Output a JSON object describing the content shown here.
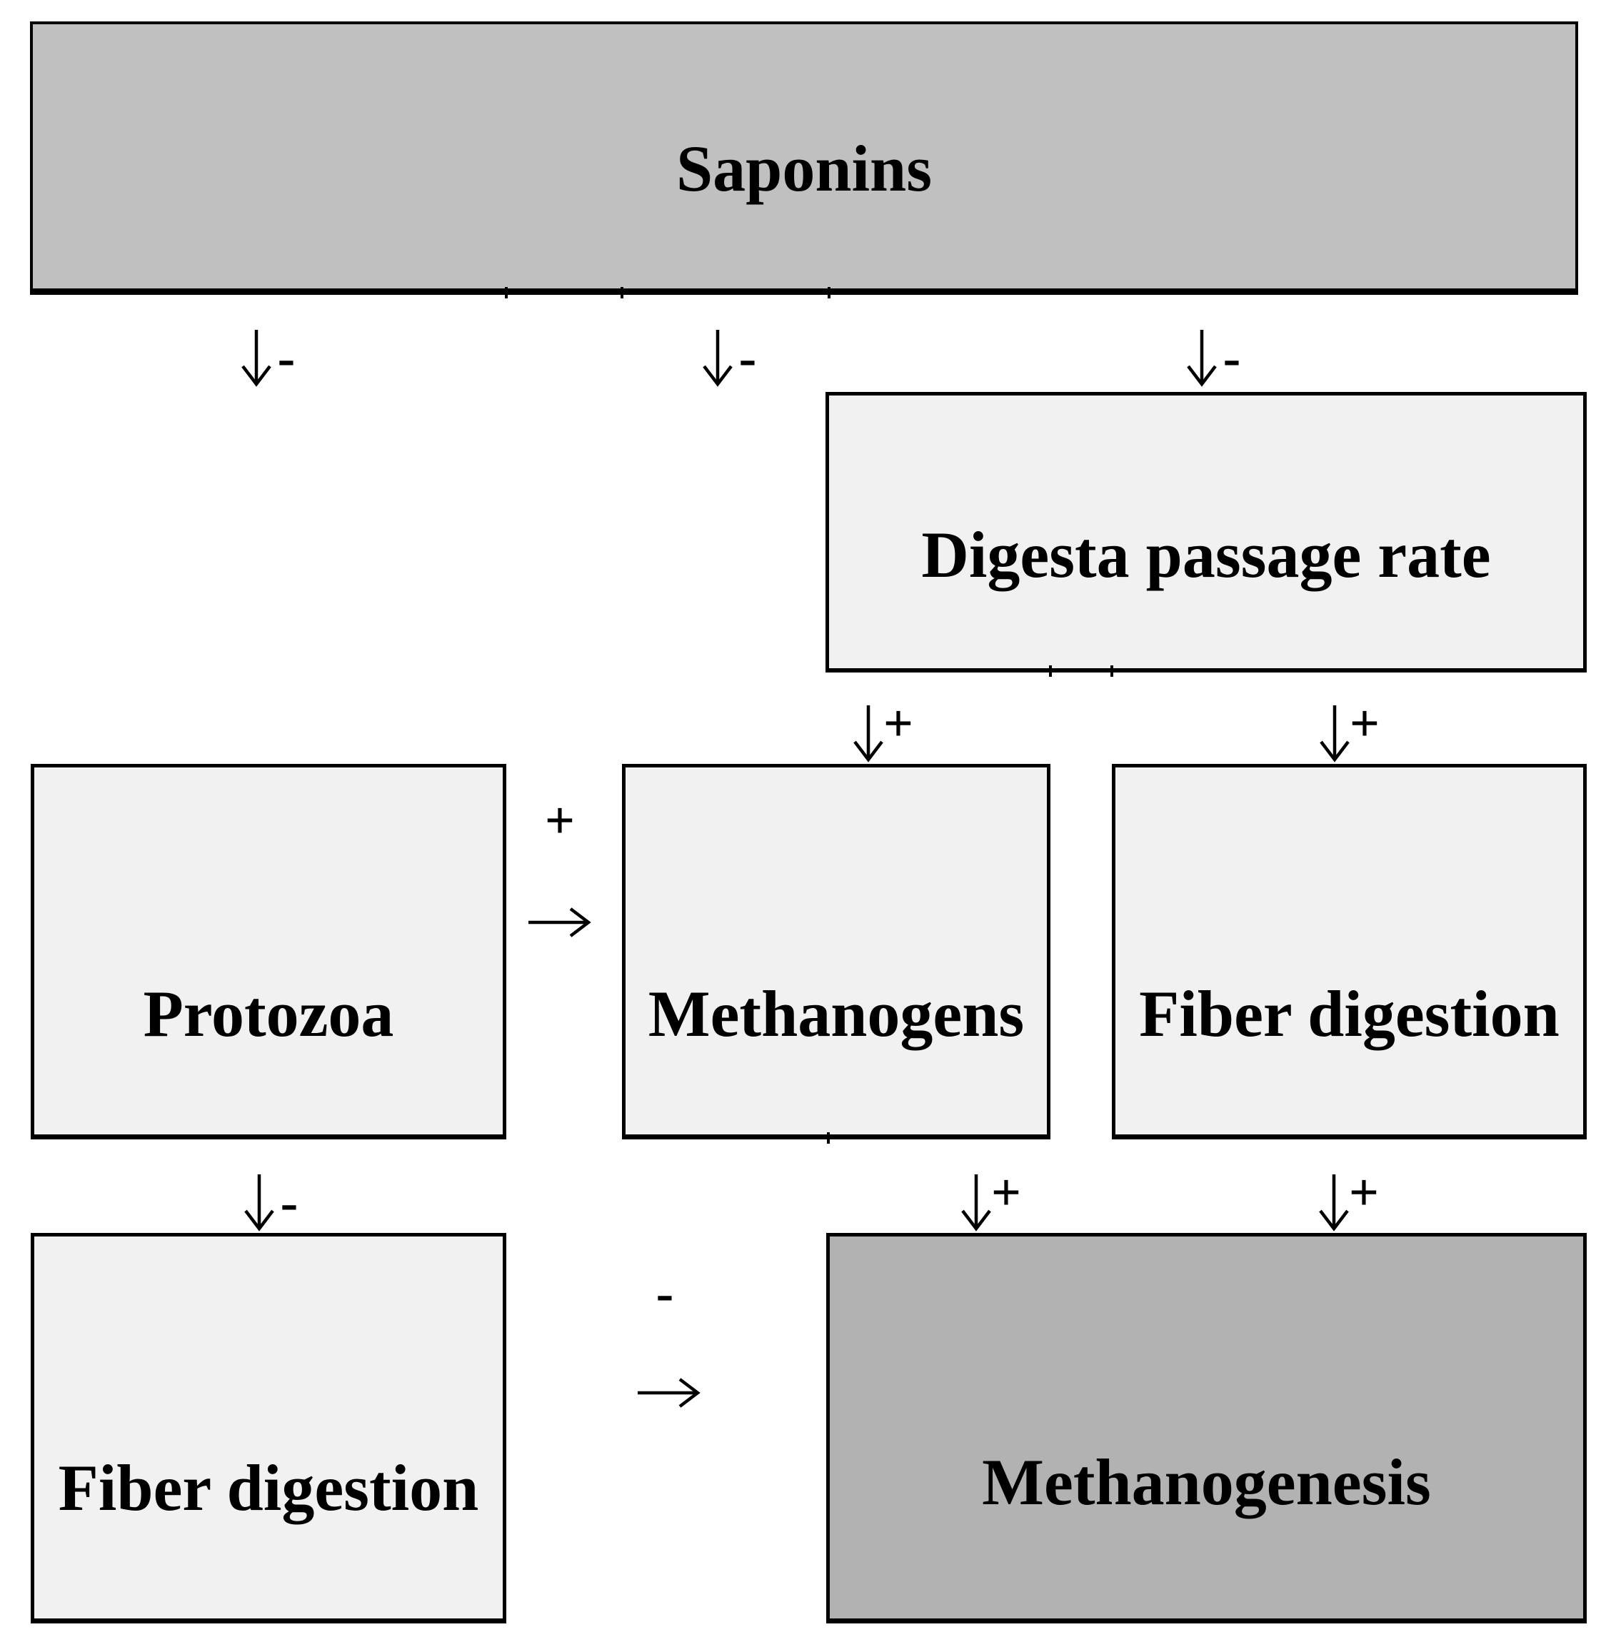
{
  "figure": {
    "background": "#ffffff",
    "line_color": "#000000",
    "text_color": "#000000",
    "boxes": [
      {
        "id": "saponins",
        "label": "Saponins",
        "fill": "#c0c0c0"
      },
      {
        "id": "digesta-passage-rate",
        "label": "Digesta passage rate",
        "fill": "#f1f1f1"
      },
      {
        "id": "protozoa",
        "label": "Protozoa",
        "fill": "#f1f1f1"
      },
      {
        "id": "methanogens",
        "label": "Methanogens",
        "fill": "#f1f1f1"
      },
      {
        "id": "fiber-digestion-middle",
        "label": "Fiber digestion",
        "fill": "#f1f1f1"
      },
      {
        "id": "fiber-digestion-bottom",
        "label": "Fiber digestion",
        "fill": "#f1f1f1"
      },
      {
        "id": "methanogenesis",
        "label": "Methanogenesis",
        "fill": "#b2b2b2"
      }
    ],
    "connectors": [
      {
        "id": "saponins-to-protozoa",
        "direction": "down",
        "sign": "-"
      },
      {
        "id": "saponins-to-methanogens",
        "direction": "down",
        "sign": "-"
      },
      {
        "id": "saponins-to-digesta-passage-rate",
        "direction": "down",
        "sign": "-"
      },
      {
        "id": "digesta-passage-rate-to-methanogens",
        "direction": "down",
        "sign": "+"
      },
      {
        "id": "digesta-passage-rate-to-fiber-digestion",
        "direction": "down",
        "sign": "+"
      },
      {
        "id": "protozoa-to-methanogens",
        "direction": "right",
        "sign": "+"
      },
      {
        "id": "protozoa-to-fiber-digestion-bottom",
        "direction": "down",
        "sign": "-"
      },
      {
        "id": "methanogens-to-methanogenesis",
        "direction": "down",
        "sign": "+"
      },
      {
        "id": "fiber-digestion-to-methanogenesis",
        "direction": "down",
        "sign": "+"
      },
      {
        "id": "fiber-digestion-bottom-to-methanogenesis",
        "direction": "right",
        "sign": "-"
      }
    ]
  }
}
